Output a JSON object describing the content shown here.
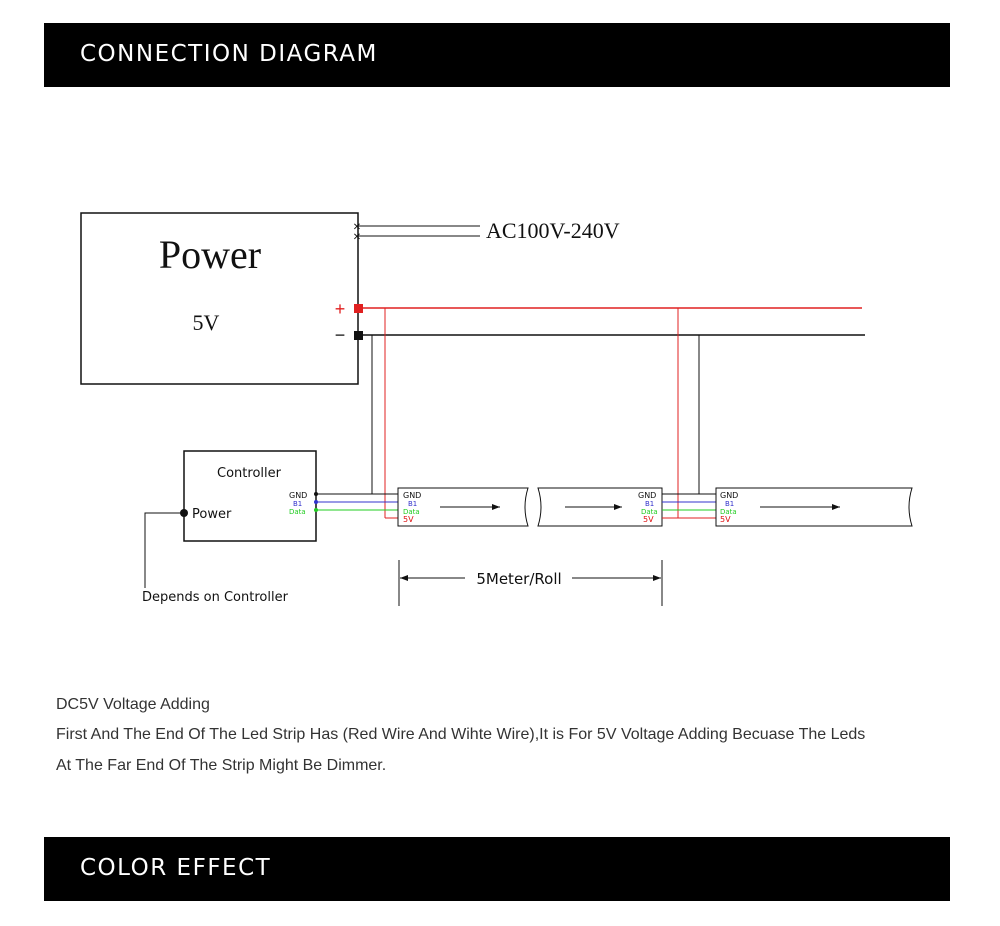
{
  "sections": {
    "connection_title": "CONNECTION DIAGRAM",
    "color_title": "COLOR EFFECT"
  },
  "diagram": {
    "power_supply": {
      "title": "Power",
      "voltage": "5V",
      "ac_input": "AC100V-240V",
      "plus": "+",
      "minus": "−"
    },
    "controller": {
      "title": "Controller",
      "power_label": "Power",
      "depends": "Depends on Controller",
      "pins": {
        "gnd": "GND",
        "b1": "B1",
        "data": "Data"
      }
    },
    "strip_pins": {
      "gnd": "GND",
      "b1": "B1",
      "data": "Data",
      "v5": "5V"
    },
    "roll_length": "5Meter/Roll",
    "colors": {
      "positive_wire": "#e02020",
      "ground_wire": "#111111",
      "data_wire": "#22cc22",
      "b1_wire": "#3333cc",
      "pin_5v": "#dd1111"
    }
  },
  "description": {
    "heading": "DC5V Voltage Adding",
    "line1": "First And The End Of The Led Strip Has (Red Wire And Wihte Wire),It is For 5V Voltage Adding Becuase The Leds",
    "line2": "At The Far End Of The Strip Might Be Dimmer."
  }
}
